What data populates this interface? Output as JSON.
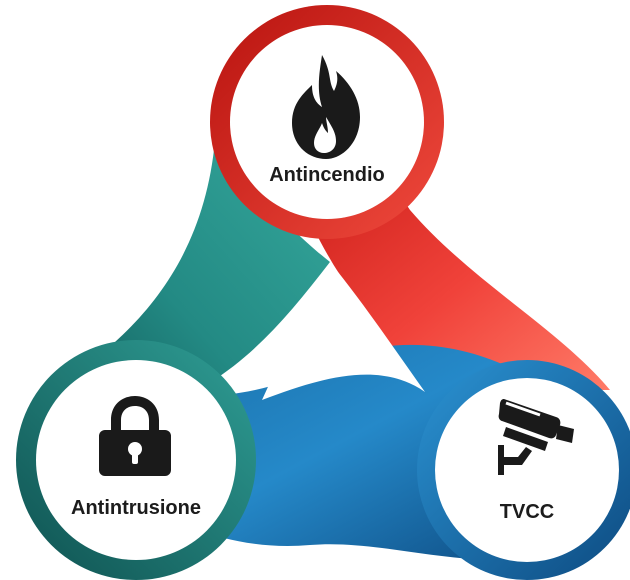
{
  "nodes": [
    {
      "id": "fire",
      "label": "Antincendio",
      "icon": "flame-icon",
      "color": "#d9261f"
    },
    {
      "id": "intrusion",
      "label": "Antintrusione",
      "icon": "padlock-icon",
      "color": "#1f7e7c"
    },
    {
      "id": "cctv",
      "label": "TVCC",
      "icon": "cctv-camera-icon",
      "color": "#1b6fae"
    }
  ],
  "colors": {
    "red": "#e8302a",
    "red_light": "#ff6a5a",
    "teal": "#2a9a92",
    "teal_dark": "#15605e",
    "blue": "#1e7fc1",
    "blue_dark": "#12558f",
    "icon": "#1a1a1a"
  }
}
